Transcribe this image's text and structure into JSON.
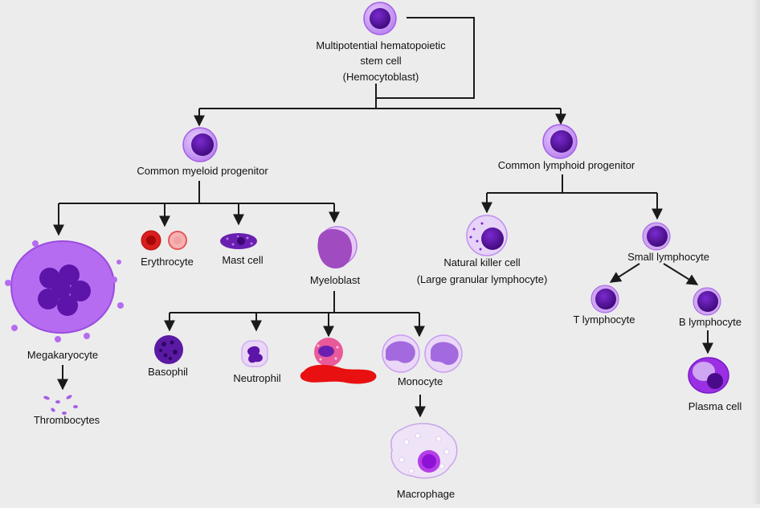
{
  "labels": {
    "stem_1": "Multipotential hematopoietic",
    "stem_2": "stem cell",
    "stem_3": "(Hemocytoblast)",
    "myeloid": "Common myeloid progenitor",
    "lymphoid": "Common lymphoid progenitor",
    "megakaryocyte": "Megakaryocyte",
    "thrombocytes": "Thrombocytes",
    "erythrocyte": "Erythrocyte",
    "mast": "Mast cell",
    "myeloblast": "Myeloblast",
    "basophil": "Basophil",
    "neutrophil": "Neutrophil",
    "monocyte": "Monocyte",
    "macrophage": "Macrophage",
    "nk_1": "Natural killer cell",
    "nk_2": "(Large granular lymphocyte)",
    "small_lymph": "Small lymphocyte",
    "t_lymph": "T lymphocyte",
    "b_lymph": "B lymphocyte",
    "plasma": "Plasma cell"
  },
  "colors": {
    "line": "#1a1a1a",
    "cell_outer": "#cfa6f2",
    "cell_ring": "#a55ee6",
    "nucleus": "#4a0b8a",
    "nucleus_mid": "#6a1fb0",
    "erythrocyte_dark": "#d91e1e",
    "erythrocyte_light": "#f07a7a",
    "macrophage_fill": "#efe3f7",
    "redaction": "#e81010"
  }
}
